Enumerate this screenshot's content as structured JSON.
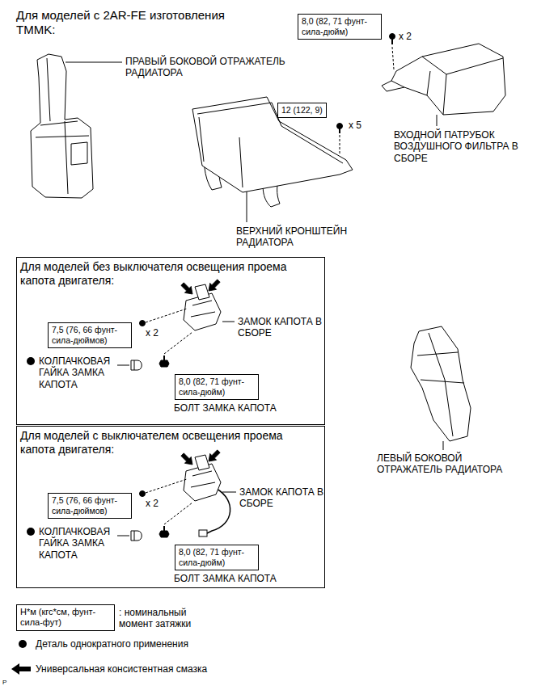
{
  "diagram": {
    "title": "Для моделей с 2AR-FE изготовления TMMK:",
    "nodes": [
      {
        "text": [
          "8,0 (82, 71 фунт- сила-дюйм)"
        ]
      },
      {
        "text": [
          "12 (122, 9)"
        ]
      },
      {
        "text": [
          "Для моделей без выключателя освещения проема капота двигателя:"
        ]
      },
      {
        "text": [
          "7,5 (76, 66 фунт- сила-дюймов)"
        ],
        "in": 2
      },
      {
        "text": [
          "8,0 (82, 71 фунт- сила-дюйм)"
        ],
        "in": 2
      },
      {
        "text": [
          "Для моделей с выключателем освещения проема капота двигателя:"
        ]
      },
      {
        "text": [
          "7,5 (76, 66 фунт- сила-дюймов)"
        ],
        "in": 5
      },
      {
        "text": [
          "8,0 (82, 71 фунт- сила-дюйм)"
        ],
        "in": 5
      },
      {
        "text": [
          "Н*м (кгс*см, фунт- сила-фут)",
          ": номинальный момент затяжки"
        ]
      }
    ],
    "labels": [
      "x 2",
      "ПРАВЫЙ БОКОВОЙ ОТРАЖАТЕЛЬ РАДИАТОРА",
      "x 5",
      "ВХОДНОЙ ПАТРУБОК ВОЗДУШНОГО ФИЛЬТРА В СБОРЕ",
      "ВЕРХНИЙ КРОНШТЕЙН РАДИАТОРА",
      "x 2",
      "ЗАМОК КАПОТА В СБОРЕ",
      "КОЛПАЧКОВАЯ ГАЙКА ЗАМКА КАПОТА",
      "БОЛТ ЗАМКА КАПОТА",
      "x 2",
      "ЗАМОК КАПОТА В СБОРЕ",
      "КОЛПАЧКОВАЯ ГАЙКА ЗАМКА КАПОТА",
      "БОЛТ ЗАМКА КАПОТА",
      "ЛЕВЫЙ БОКОВОЙ ОТРАЖАТЕЛЬ РАДИАТОРА",
      "P"
    ],
    "legend": [
      {
        "text": "Деталь однократного применения"
      },
      {
        "text": "Универсальная консистентная смазка"
      }
    ]
  }
}
